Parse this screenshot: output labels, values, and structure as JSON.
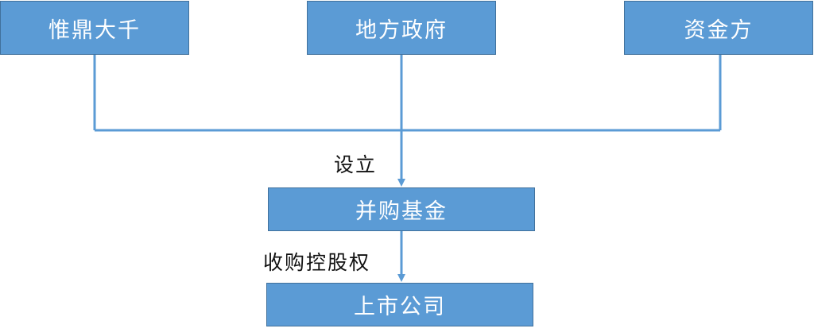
{
  "nodes": {
    "weiding": "惟鼎大千",
    "local_government": "地方政府",
    "capital_provider": "资金方",
    "ma_fund": "并购基金",
    "listed_company": "上市公司"
  },
  "edges": {
    "setup_label": "设立",
    "acquire_label": "收购控股权"
  },
  "colors": {
    "box_fill": "#5b9bd5",
    "box_border": "#41719c",
    "connector": "#5b9bd5",
    "box_text": "#ffffff",
    "label_text": "#111111"
  }
}
